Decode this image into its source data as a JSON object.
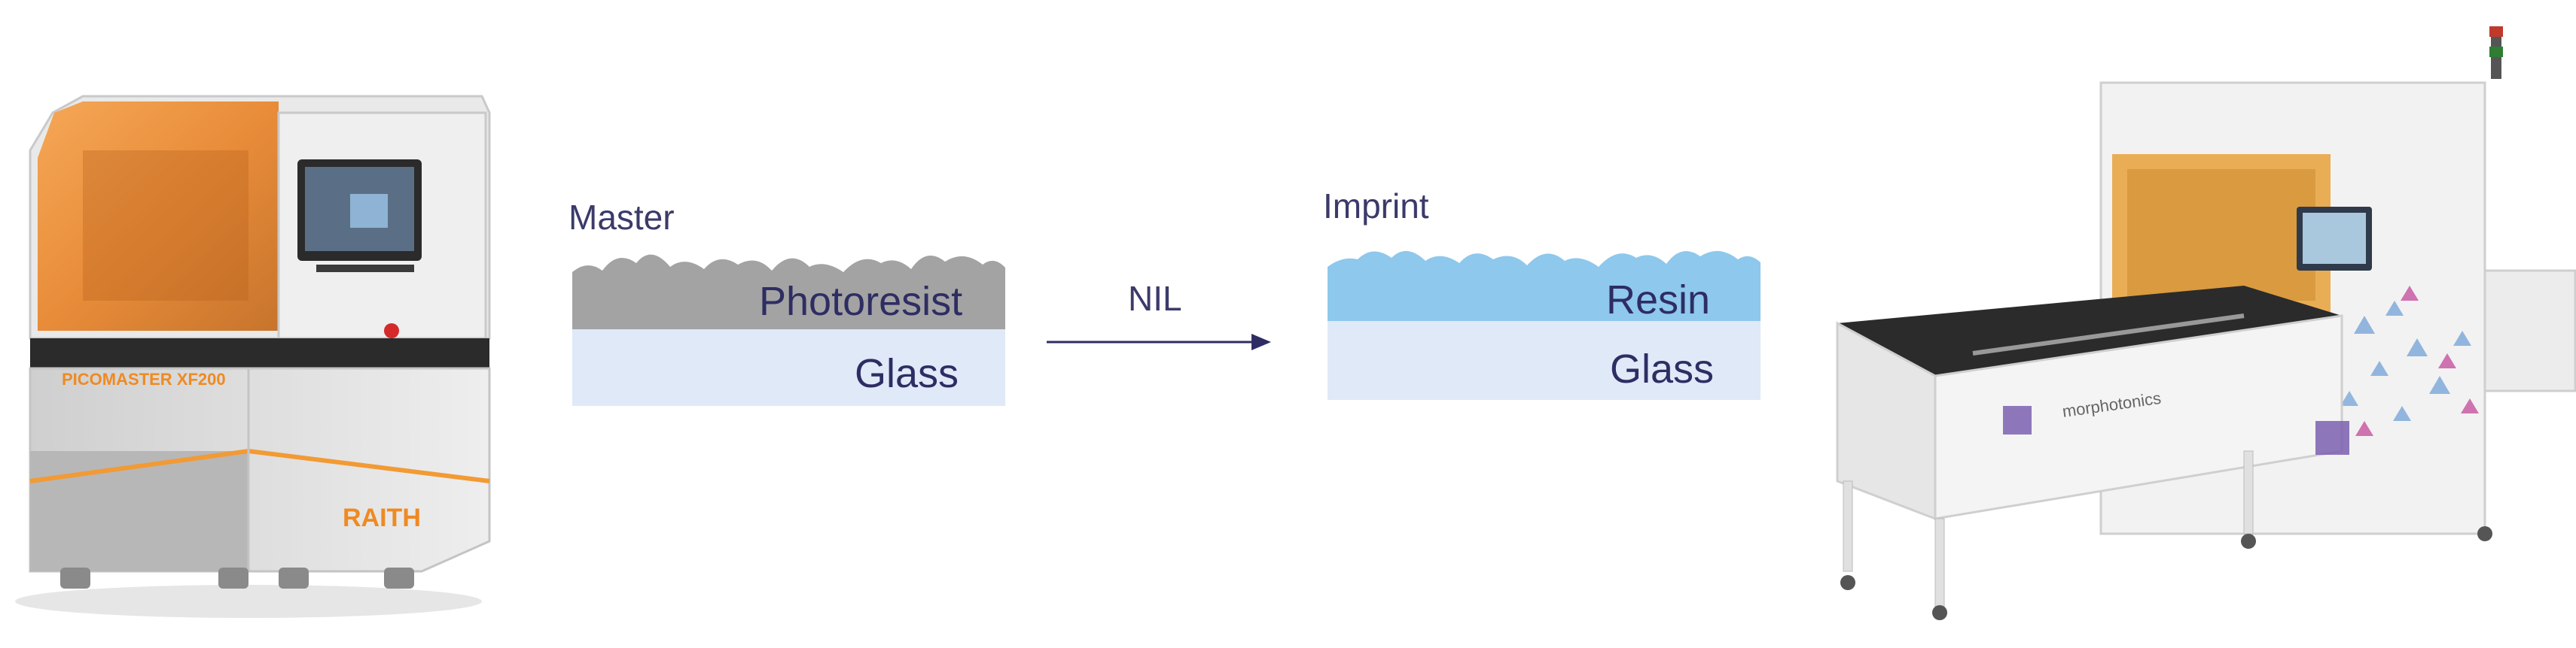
{
  "left_machine": {
    "brand": "RAITH",
    "model": "PICOMASTER XF200",
    "icon": "raith-picomaster-machine"
  },
  "master": {
    "title": "Master",
    "layers": {
      "top": "Photoresist",
      "bottom": "Glass"
    },
    "colors": {
      "photoresist": "#a3a3a3",
      "glass": "#dfe9f8"
    }
  },
  "process": {
    "label": "NIL",
    "arrow_color": "#2e2d63",
    "icon": "right-arrow-icon"
  },
  "imprint": {
    "title": "Imprint",
    "layers": {
      "top": "Resin",
      "bottom": "Glass"
    },
    "colors": {
      "resin": "#8ec8ec",
      "glass": "#dfe9f8"
    }
  },
  "right_machine": {
    "brand": "morphotonics",
    "icon": "morphotonics-nil-machine"
  }
}
